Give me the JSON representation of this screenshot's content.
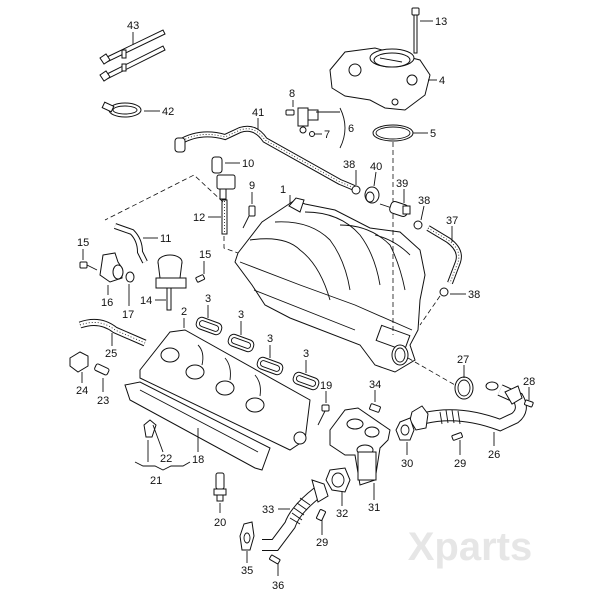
{
  "diagram": {
    "type": "exploded-parts-diagram",
    "watermark": "Xparts",
    "callouts": [
      {
        "id": "c43",
        "number": "43"
      },
      {
        "id": "c42",
        "number": "42"
      },
      {
        "id": "c41",
        "number": "41"
      },
      {
        "id": "c13",
        "number": "13"
      },
      {
        "id": "c4",
        "number": "4"
      },
      {
        "id": "c5",
        "number": "5"
      },
      {
        "id": "c6",
        "number": "6"
      },
      {
        "id": "c7",
        "number": "7"
      },
      {
        "id": "c8",
        "number": "8"
      },
      {
        "id": "c10",
        "number": "10"
      },
      {
        "id": "c9",
        "number": "9"
      },
      {
        "id": "c1",
        "number": "1"
      },
      {
        "id": "c12",
        "number": "12"
      },
      {
        "id": "c11",
        "number": "11"
      },
      {
        "id": "c38a",
        "number": "38"
      },
      {
        "id": "c40",
        "number": "40"
      },
      {
        "id": "c39",
        "number": "39"
      },
      {
        "id": "c38b",
        "number": "38"
      },
      {
        "id": "c37",
        "number": "37"
      },
      {
        "id": "c38c",
        "number": "38"
      },
      {
        "id": "c15a",
        "number": "15"
      },
      {
        "id": "c16",
        "number": "16"
      },
      {
        "id": "c17",
        "number": "17"
      },
      {
        "id": "c14",
        "number": "14"
      },
      {
        "id": "c15b",
        "number": "15"
      },
      {
        "id": "c3a",
        "number": "3"
      },
      {
        "id": "c3b",
        "number": "3"
      },
      {
        "id": "c3c",
        "number": "3"
      },
      {
        "id": "c3d",
        "number": "3"
      },
      {
        "id": "c2",
        "number": "2"
      },
      {
        "id": "c25",
        "number": "25"
      },
      {
        "id": "c24",
        "number": "24"
      },
      {
        "id": "c23",
        "number": "23"
      },
      {
        "id": "c19",
        "number": "19"
      },
      {
        "id": "c18",
        "number": "18"
      },
      {
        "id": "c22",
        "number": "22"
      },
      {
        "id": "c21",
        "number": "21"
      },
      {
        "id": "c20",
        "number": "20"
      },
      {
        "id": "c34",
        "number": "34"
      },
      {
        "id": "c27",
        "number": "27"
      },
      {
        "id": "c28",
        "number": "28"
      },
      {
        "id": "c30",
        "number": "30"
      },
      {
        "id": "c29a",
        "number": "29"
      },
      {
        "id": "c26",
        "number": "26"
      },
      {
        "id": "c31",
        "number": "31"
      },
      {
        "id": "c32",
        "number": "32"
      },
      {
        "id": "c33",
        "number": "33"
      },
      {
        "id": "c29b",
        "number": "29"
      },
      {
        "id": "c35",
        "number": "35"
      },
      {
        "id": "c36",
        "number": "36"
      }
    ]
  }
}
